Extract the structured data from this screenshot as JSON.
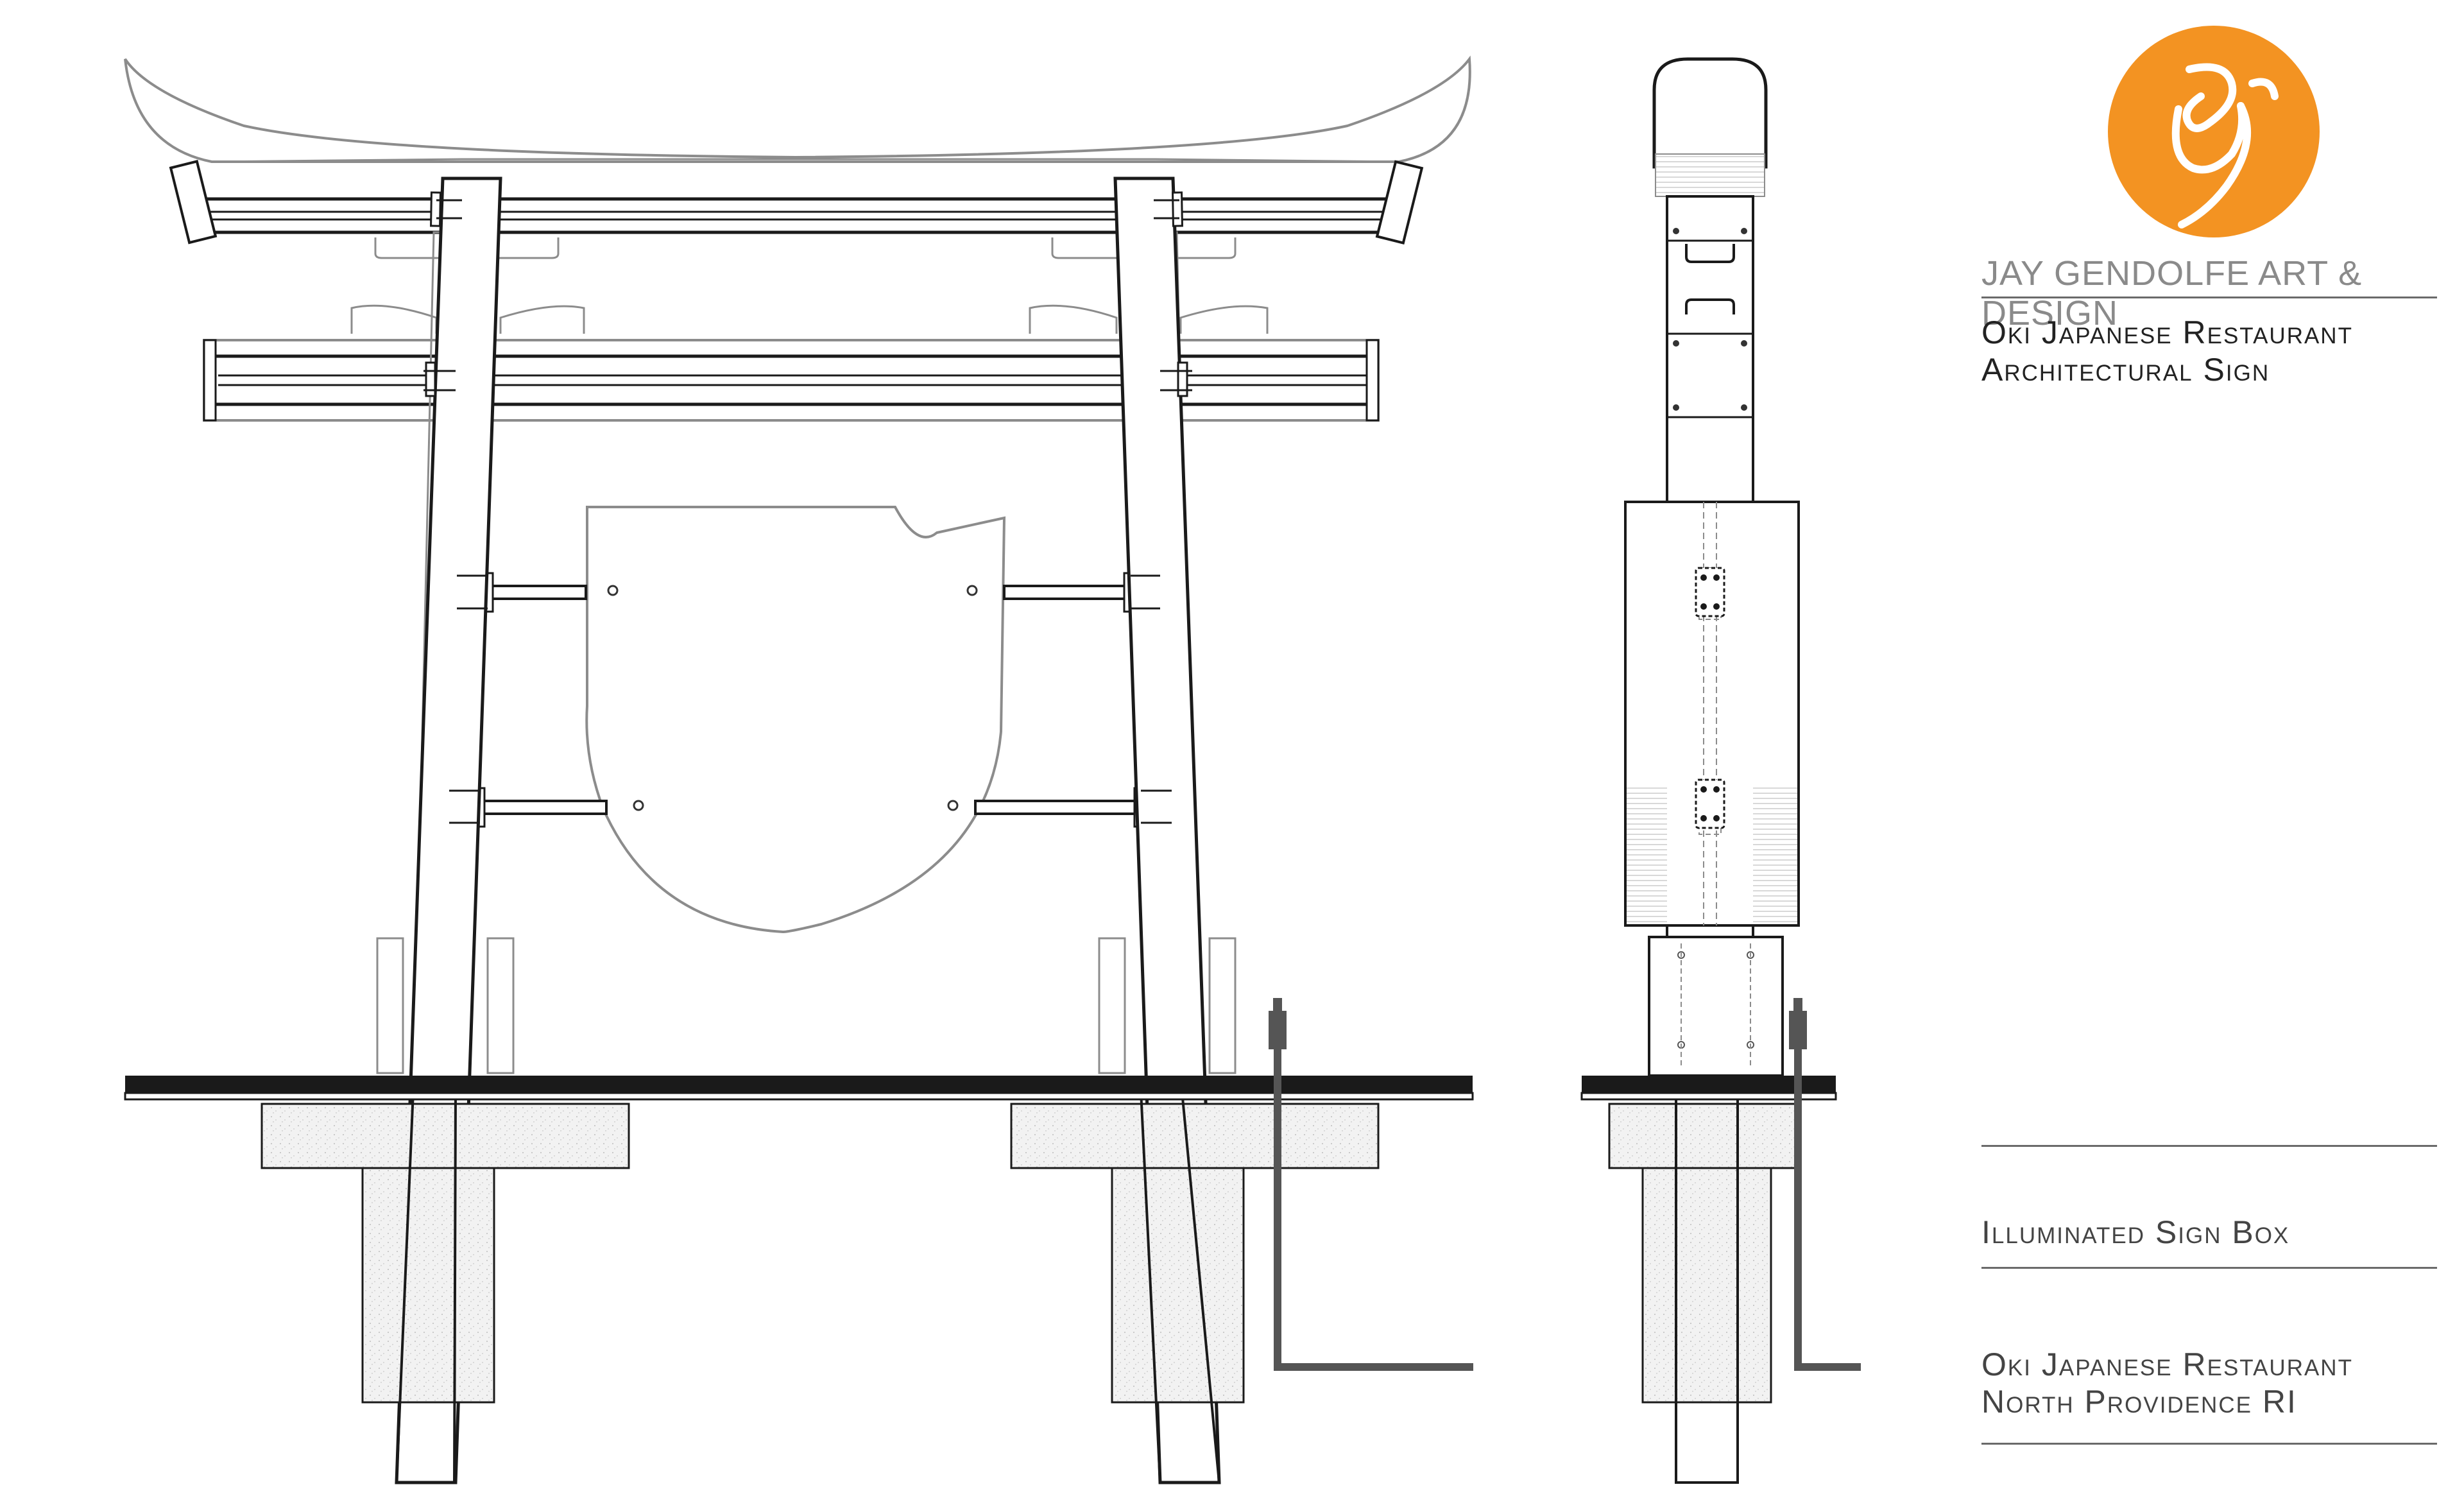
{
  "title_block": {
    "studio": "JAY GENDOLFE ART & DESIGN",
    "project_line1": "Oki Japanese Restaurant",
    "project_line2": "Architectural Sign",
    "item_label": "Illuminated Sign Box",
    "client_line1": "Oki Japanese Restaurant",
    "client_line2": "North Providence RI"
  },
  "logo": {
    "monogram": "JG",
    "color": "#F39322"
  },
  "colors": {
    "line": "#1a1a1a",
    "gray": "#8c8c8c",
    "concrete": "#efefef",
    "conduit": "#555555"
  }
}
